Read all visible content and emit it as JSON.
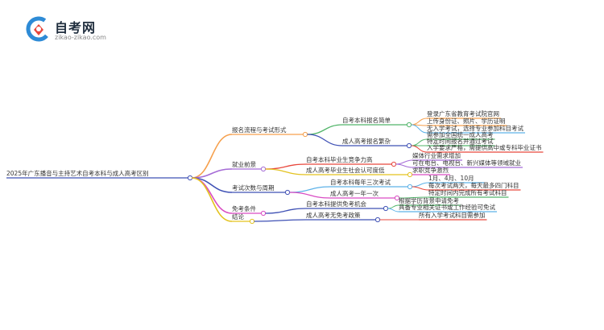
{
  "brand": {
    "name": "自考网",
    "url": "zikao-zikao.com",
    "colors": {
      "primary": "#2e8bd6",
      "accent": "#e8473c"
    },
    "icon": "zikao-logo-icon"
  },
  "mindmap": {
    "root": "2025年广东播音与主持艺术自考本科与成人高考区别",
    "branches": [
      {
        "label": "报名流程与考试形式",
        "color": "#f6a04d",
        "children": [
          {
            "label": "自考本科报名简单",
            "color": "#52b56a",
            "children": [
              {
                "label": "登录广东省教育考试院官网",
                "color": "#f6a04d"
              },
              {
                "label": "上传身份证、照片、学历证明",
                "color": "#f6a04d"
              },
              {
                "label": "无入学考试，选择专业参加科目考试",
                "color": "#5db2e8"
              }
            ]
          },
          {
            "label": "成人高考报名繁杂",
            "color": "#3f51b5",
            "children": [
              {
                "label": "需参加全国统一成人高考",
                "color": "#52b56a"
              },
              {
                "label": "特定时间报名并通过考试",
                "color": "#52b56a"
              },
              {
                "label": "入学要求严格，需提供高中或专科毕业证书",
                "color": "#e8473c"
              }
            ]
          }
        ]
      },
      {
        "label": "就业前景",
        "color": "#a56bd6",
        "children": [
          {
            "label": "自考本科毕业生竞争力高",
            "color": "#e8473c",
            "children": [
              {
                "label": "媒体行业需求增加",
                "color": "#a56bd6"
              },
              {
                "label": "可在电台、电视台、新兴媒体等领域就业",
                "color": "#a56bd6"
              }
            ]
          },
          {
            "label": "成人高考毕业生社会认可度低",
            "color": "#e3c21f",
            "children": [
              {
                "label": "求职竞争激烈",
                "color": "#d94cc3"
              }
            ]
          }
        ]
      },
      {
        "label": "考试次数与周期",
        "color": "#3f51b5",
        "children": [
          {
            "label": "自考本科每年三次考试",
            "color": "#5db2e8",
            "children": [
              {
                "label": "1月、4月、10月",
                "color": "#5db2e8"
              },
              {
                "label": "每次考试两天，每天最多四门科目",
                "color": "#e8473c"
              }
            ]
          },
          {
            "label": "成人高考一年一次",
            "color": "#d94cc3",
            "children": [
              {
                "label": "特定时间内完成所有考试科目",
                "color": "#52b56a"
              }
            ]
          }
        ]
      },
      {
        "label": "免考条件",
        "color": "#d94cc3",
        "children": [
          {
            "label": "自考本科提供免考机会",
            "color": "#3f51b5",
            "children": [
              {
                "label": "根据学历背景申请免考",
                "color": "#52b56a"
              },
              {
                "label": "具备专业相关证书或工作经验可免试",
                "color": "#5db2e8"
              }
            ]
          }
        ]
      },
      {
        "label": "结论",
        "color": "#e3c21f",
        "children": [
          {
            "label": "成人高考无免考政策",
            "color": "#3f51b5",
            "children": [
              {
                "label": "所有入学考试科目需参加",
                "color": "#e8473c"
              }
            ]
          }
        ]
      }
    ]
  }
}
